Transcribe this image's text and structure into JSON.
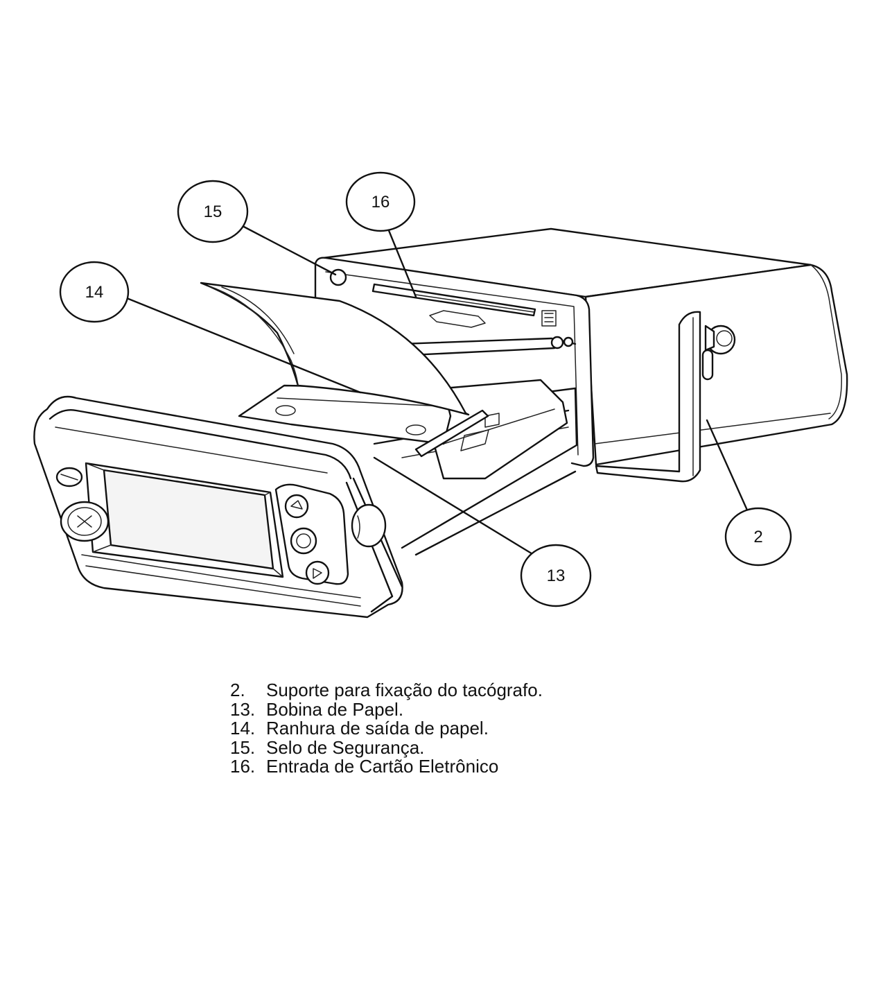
{
  "callouts": [
    {
      "id": "c2",
      "label": "2"
    },
    {
      "id": "c13",
      "label": "13"
    },
    {
      "id": "c14",
      "label": "14"
    },
    {
      "id": "c15",
      "label": "15"
    },
    {
      "id": "c16",
      "label": "16"
    }
  ],
  "legend": [
    {
      "num": "2.",
      "text": "Suporte para fixação do tacógrafo."
    },
    {
      "num": "13.",
      "text": "Bobina de Papel."
    },
    {
      "num": "14.",
      "text": "Ranhura de saída de papel."
    },
    {
      "num": "15.",
      "text": "Selo de Segurança."
    },
    {
      "num": "16.",
      "text": "Entrada de Cartão Eletrônico"
    }
  ]
}
